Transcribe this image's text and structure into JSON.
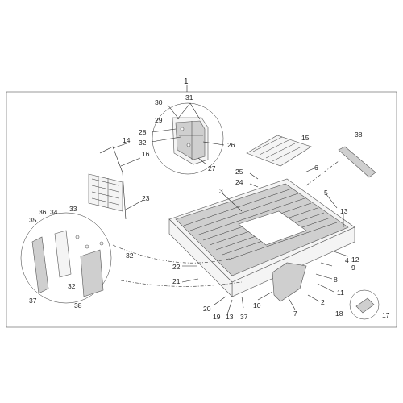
{
  "diagram": {
    "assembly_number": "1",
    "callouts": [
      "2",
      "3",
      "4",
      "5",
      "6",
      "7",
      "8",
      "9",
      "10",
      "11",
      "12",
      "13",
      "14",
      "15",
      "16",
      "17",
      "18",
      "19",
      "20",
      "21",
      "22",
      "23",
      "24",
      "25",
      "26",
      "27",
      "28",
      "29",
      "30",
      "31",
      "32",
      "33",
      "34",
      "35",
      "36",
      "37",
      "38"
    ]
  }
}
